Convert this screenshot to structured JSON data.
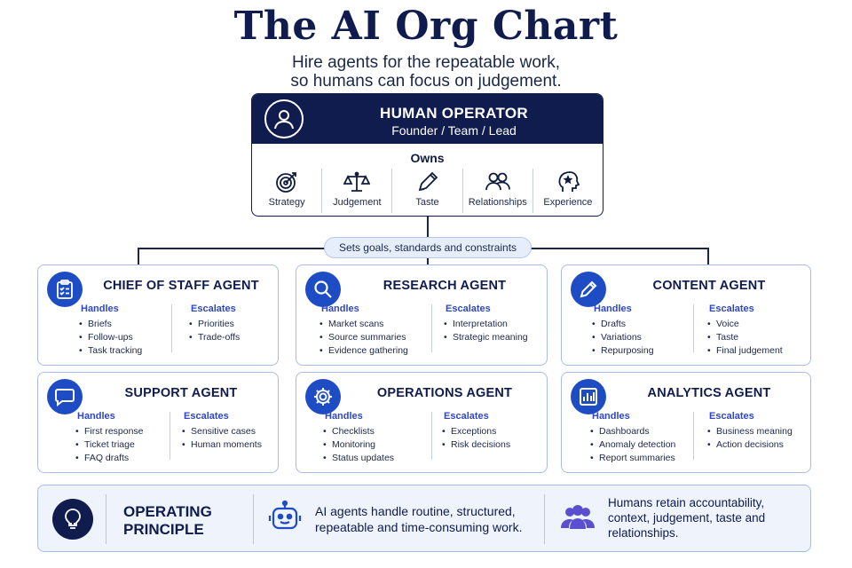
{
  "header": {
    "title": "The AI Org Chart",
    "subtitle_line1": "Hire agents for the repeatable work,",
    "subtitle_line2": "so humans can focus on judgement."
  },
  "operator": {
    "title": "HUMAN OPERATOR",
    "subtitle": "Founder / Team / Lead",
    "owns_label": "Owns",
    "owns": [
      {
        "label": "Strategy",
        "icon": "target-icon"
      },
      {
        "label": "Judgement",
        "icon": "scales-icon"
      },
      {
        "label": "Taste",
        "icon": "pen-icon"
      },
      {
        "label": "Relationships",
        "icon": "people-icon"
      },
      {
        "label": "Experience",
        "icon": "head-star-icon"
      }
    ]
  },
  "connector_label": "Sets goals, standards and constraints",
  "handles_label": "Handles",
  "escalates_label": "Escalates",
  "agents": [
    {
      "name": "CHIEF OF STAFF AGENT",
      "icon": "clipboard-icon",
      "handles": [
        "Briefs",
        "Follow-ups",
        "Task tracking"
      ],
      "escalates": [
        "Priorities",
        "Trade-offs"
      ]
    },
    {
      "name": "RESEARCH AGENT",
      "icon": "magnifier-icon",
      "handles": [
        "Market scans",
        "Source summaries",
        "Evidence gathering"
      ],
      "escalates": [
        "Interpretation",
        "Strategic meaning"
      ]
    },
    {
      "name": "CONTENT AGENT",
      "icon": "pencil-icon",
      "handles": [
        "Drafts",
        "Variations",
        "Repurposing"
      ],
      "escalates": [
        "Voice",
        "Taste",
        "Final judgement"
      ]
    },
    {
      "name": "SUPPORT AGENT",
      "icon": "chat-bubble-icon",
      "handles": [
        "First response",
        "Ticket triage",
        "FAQ drafts"
      ],
      "escalates": [
        "Sensitive cases",
        "Human moments"
      ]
    },
    {
      "name": "OPERATIONS AGENT",
      "icon": "gear-icon",
      "handles": [
        "Checklists",
        "Monitoring",
        "Status updates"
      ],
      "escalates": [
        "Exceptions",
        "Risk decisions"
      ]
    },
    {
      "name": "ANALYTICS AGENT",
      "icon": "bar-chart-icon",
      "handles": [
        "Dashboards",
        "Anomaly detection",
        "Report summaries"
      ],
      "escalates": [
        "Business meaning",
        "Action decisions"
      ]
    }
  ],
  "principle": {
    "title_line1": "OPERATING",
    "title_line2": "PRINCIPLE",
    "agents_text": "AI agents handle routine, structured, repeatable and time-consuming work.",
    "humans_text": "Humans retain accountability, context, judgement, taste and relationships."
  },
  "colors": {
    "navy": "#0f1c4d",
    "accent_blue": "#1e4cc4",
    "label_blue": "#2f47c4",
    "card_border": "#a9bde0",
    "pill_bg": "#e6eefb",
    "principle_bg": "#eef3fc",
    "people_purple": "#5b4fd0"
  }
}
